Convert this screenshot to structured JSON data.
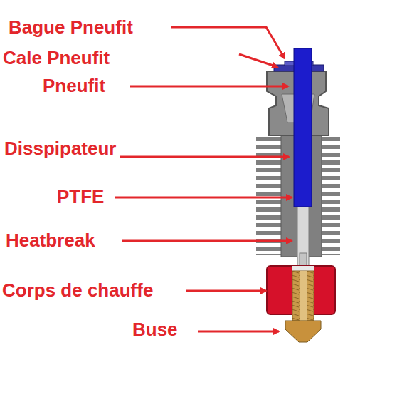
{
  "diagram": {
    "labels": [
      "Bague Pneufit",
      "Cale Pneufit",
      "Pneufit",
      "Disspipateur",
      "PTFE",
      "Heatbreak",
      "Corps de chauffe",
      "Buse"
    ]
  }
}
